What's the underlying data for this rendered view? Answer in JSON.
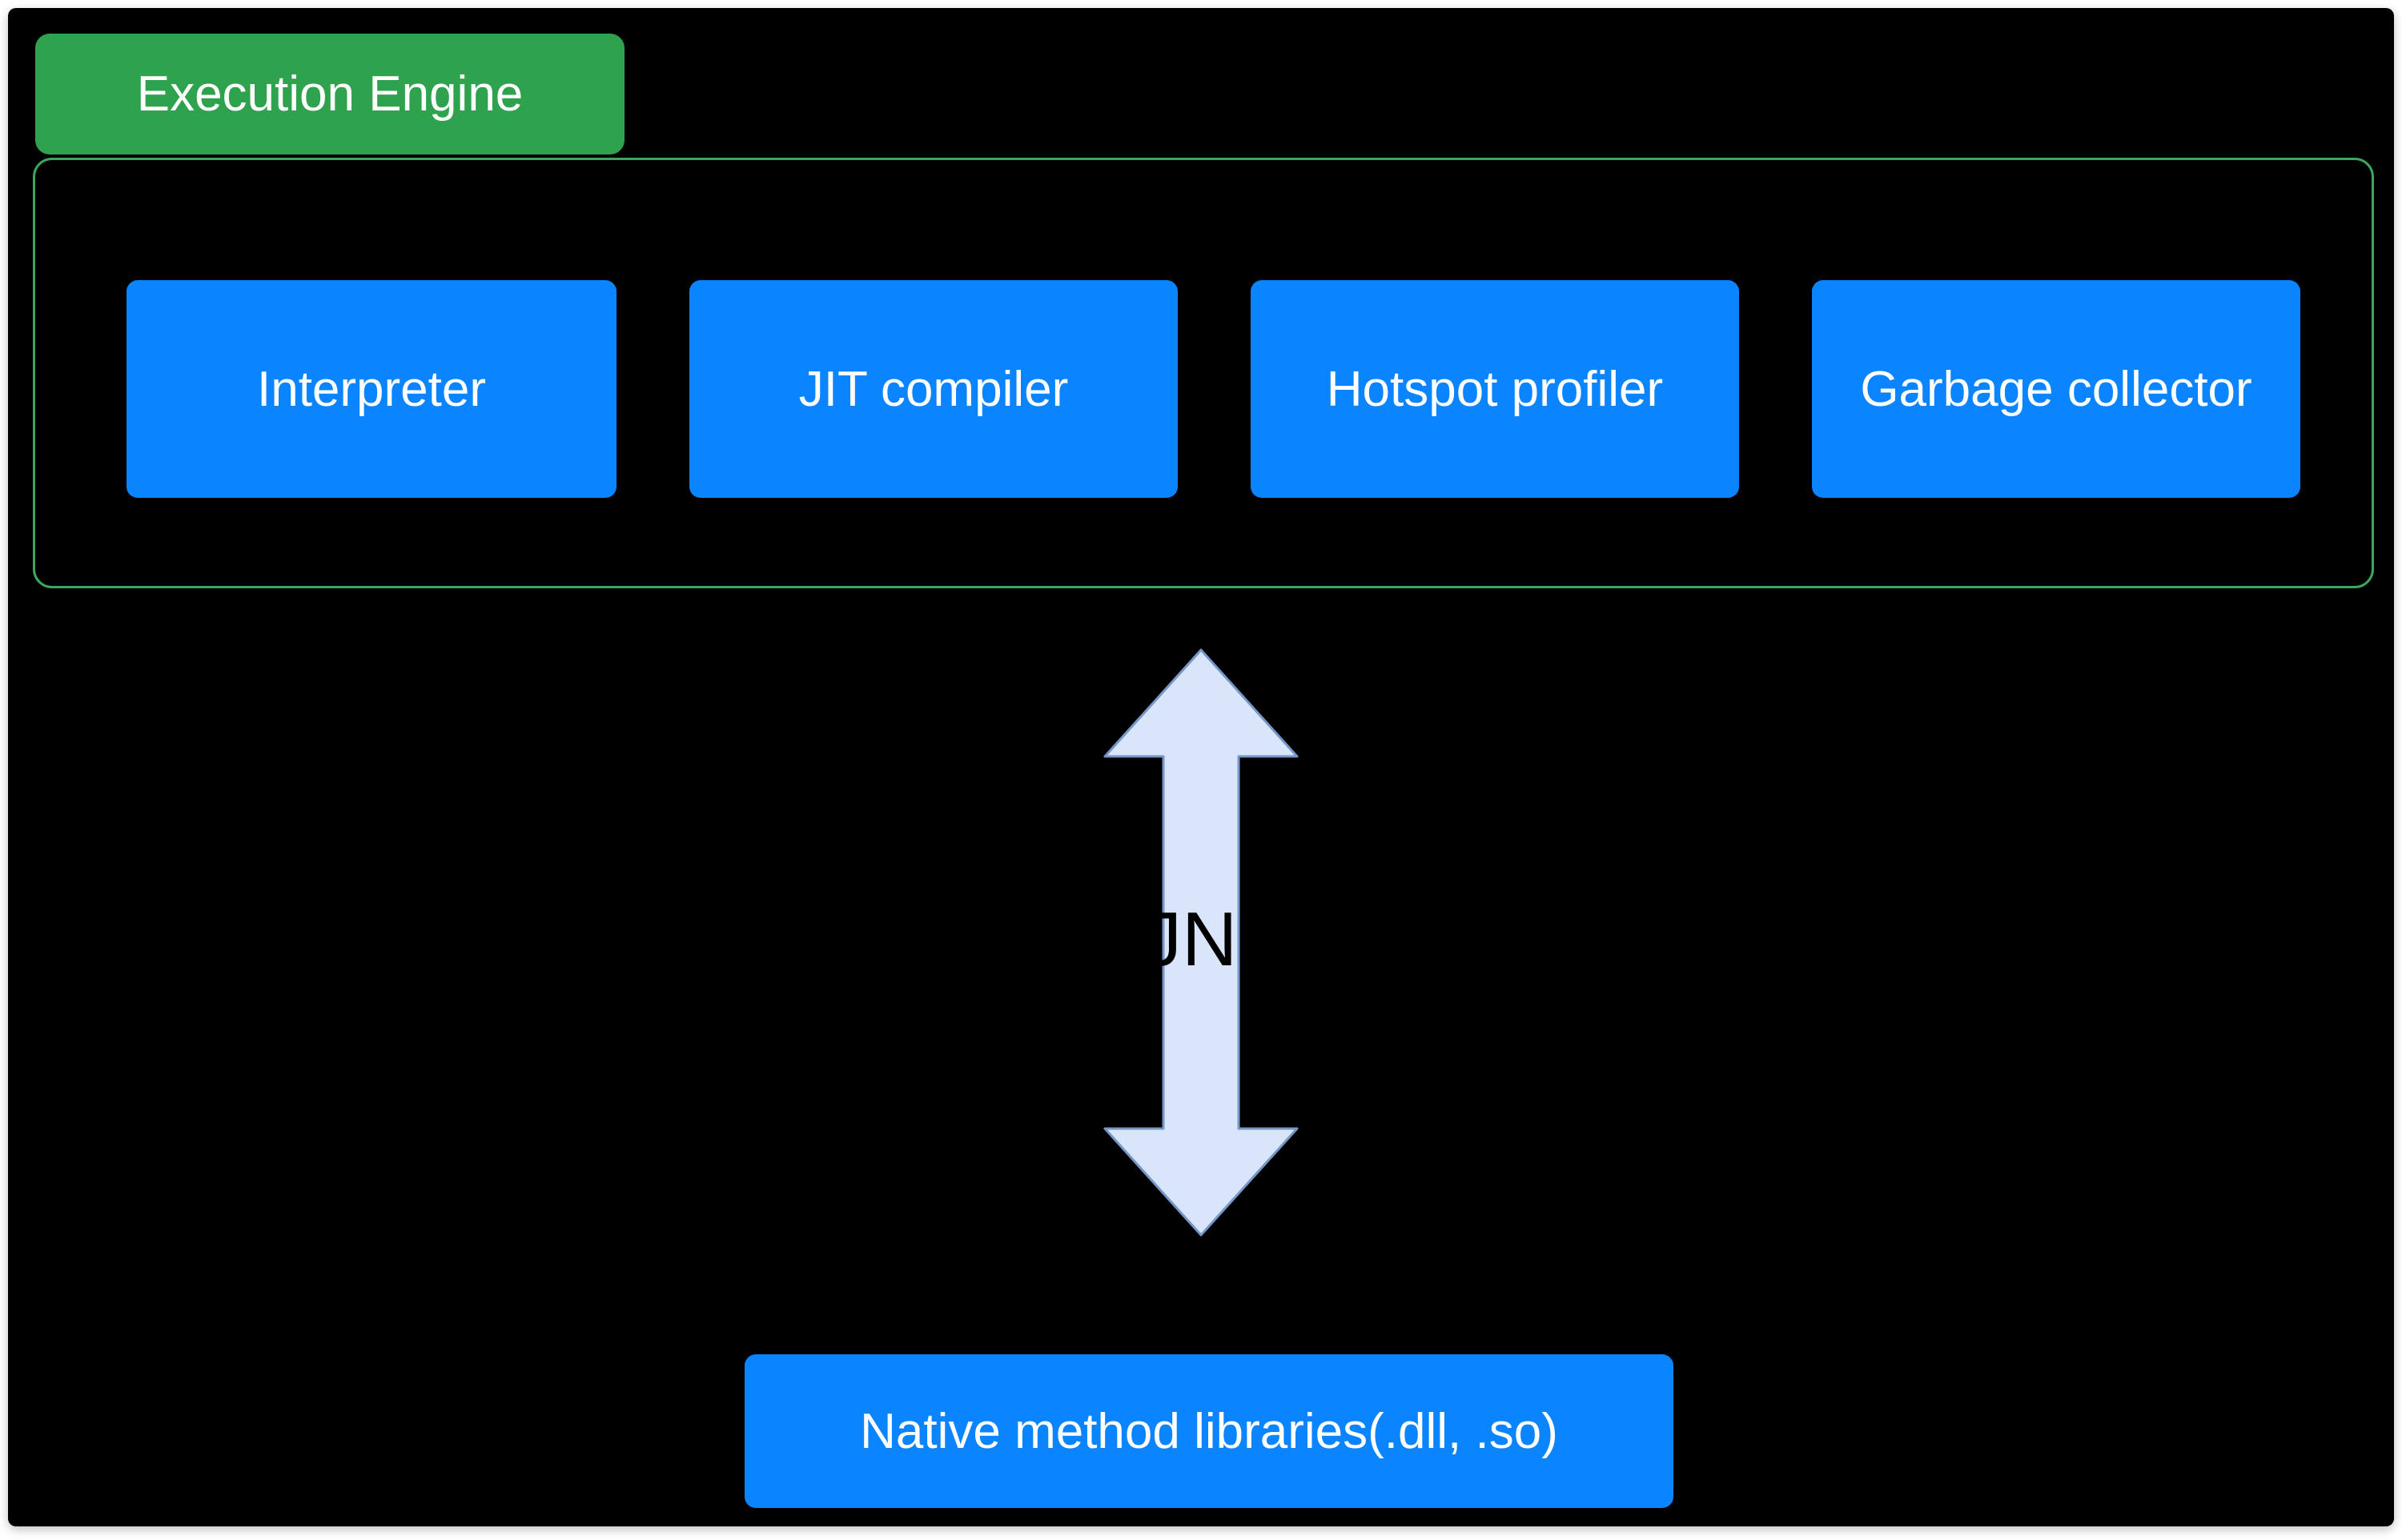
{
  "colors": {
    "page_bg": "#ffffff",
    "canvas_bg": "#000000",
    "green": "#2FA24D",
    "green_border": "#3CA75C",
    "blue": "#0A84FF",
    "arrow_fill": "#D9E5F8",
    "arrow_stroke": "#7696C8",
    "text_light": "#ffffff",
    "text_dark": "#000000"
  },
  "engine": {
    "label": "Execution Engine",
    "components": [
      {
        "label": "Interpreter"
      },
      {
        "label": "JIT compiler"
      },
      {
        "label": "Hotspot profiler"
      },
      {
        "label": "Garbage collector"
      }
    ]
  },
  "jni": {
    "label": "JNI",
    "arrow_direction": "bidirectional-vertical"
  },
  "native": {
    "label": "Native method libraries(.dll, .so)"
  }
}
